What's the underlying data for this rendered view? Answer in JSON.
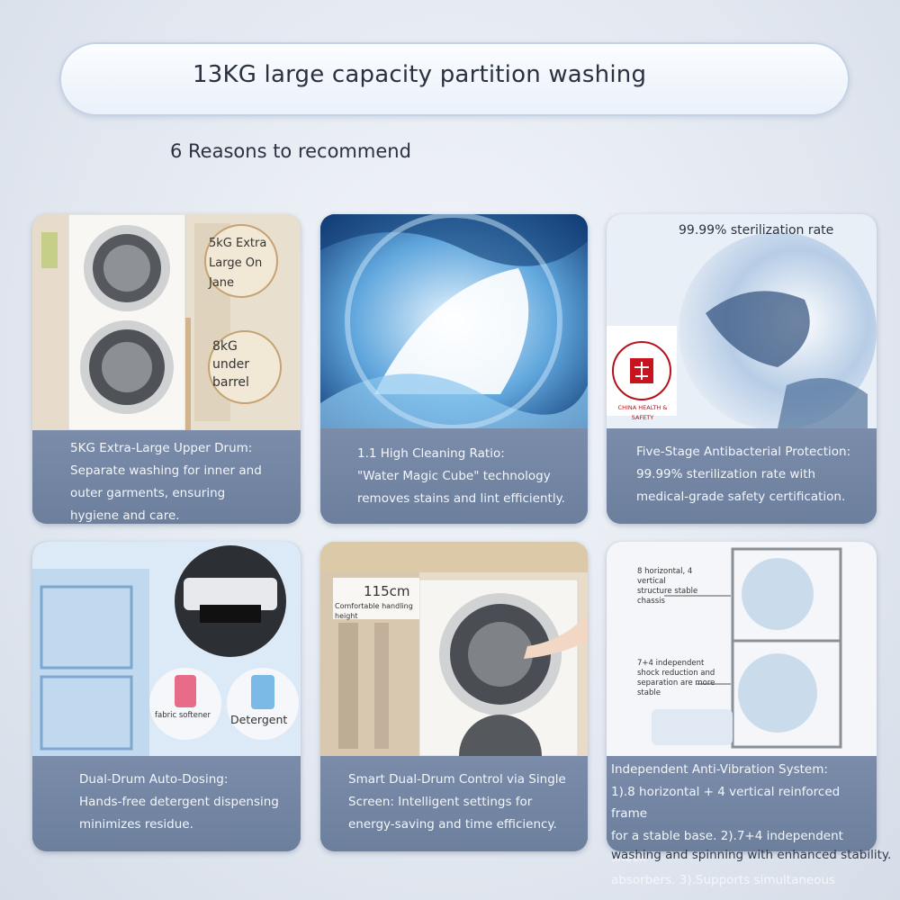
{
  "header": {
    "title": "13KG large capacity partition washing",
    "subtitle": "6 Reasons to recommend"
  },
  "cards": [
    {
      "labels": [
        "5kG Extra Large On Jane",
        "8kG under barrel"
      ],
      "caption": [
        "5KG Extra-Large Upper Drum:",
        "Separate washing for inner and",
        "outer garments, ensuring",
        "hygiene and care."
      ]
    },
    {
      "caption": [
        "1.1 High Cleaning Ratio:",
        "\"Water Magic Cube\" technology",
        "removes stains and lint efficiently."
      ]
    },
    {
      "badge": "99.99% sterilization rate",
      "seal_text": "CHINA HEALTH & SAFETY",
      "caption": [
        "Five-Stage Antibacterial Protection:",
        "99.99% sterilization rate with",
        "medical-grade safety certification."
      ]
    },
    {
      "labels": [
        "fabric softener",
        "Detergent"
      ],
      "caption": [
        "Dual-Drum Auto-Dosing:",
        "Hands-free detergent dispensing",
        "minimizes residue."
      ]
    },
    {
      "height_label": "115cm",
      "height_note": "Comfortable handling height",
      "caption": [
        "Smart Dual-Drum Control via Single",
        "Screen: Intelligent settings for",
        "energy-saving and time efficiency."
      ]
    },
    {
      "notes": [
        "8 horizontal, 4 vertical structure stable chassis",
        "7+4 independent shock reduction and separation are more stable"
      ],
      "caption": [
        "Independent Anti-Vibration System:",
        "1).8 horizontal + 4 vertical reinforced frame",
        "for a stable base. 2).7+4 independent shock",
        "absorbers. 3).Supports simultaneous",
        "washing and spinning with enhanced stability."
      ]
    }
  ],
  "colors": {
    "caption_bg": "#7487a3",
    "caption_text": "#f4f6fa",
    "title_text": "#2a3140"
  }
}
